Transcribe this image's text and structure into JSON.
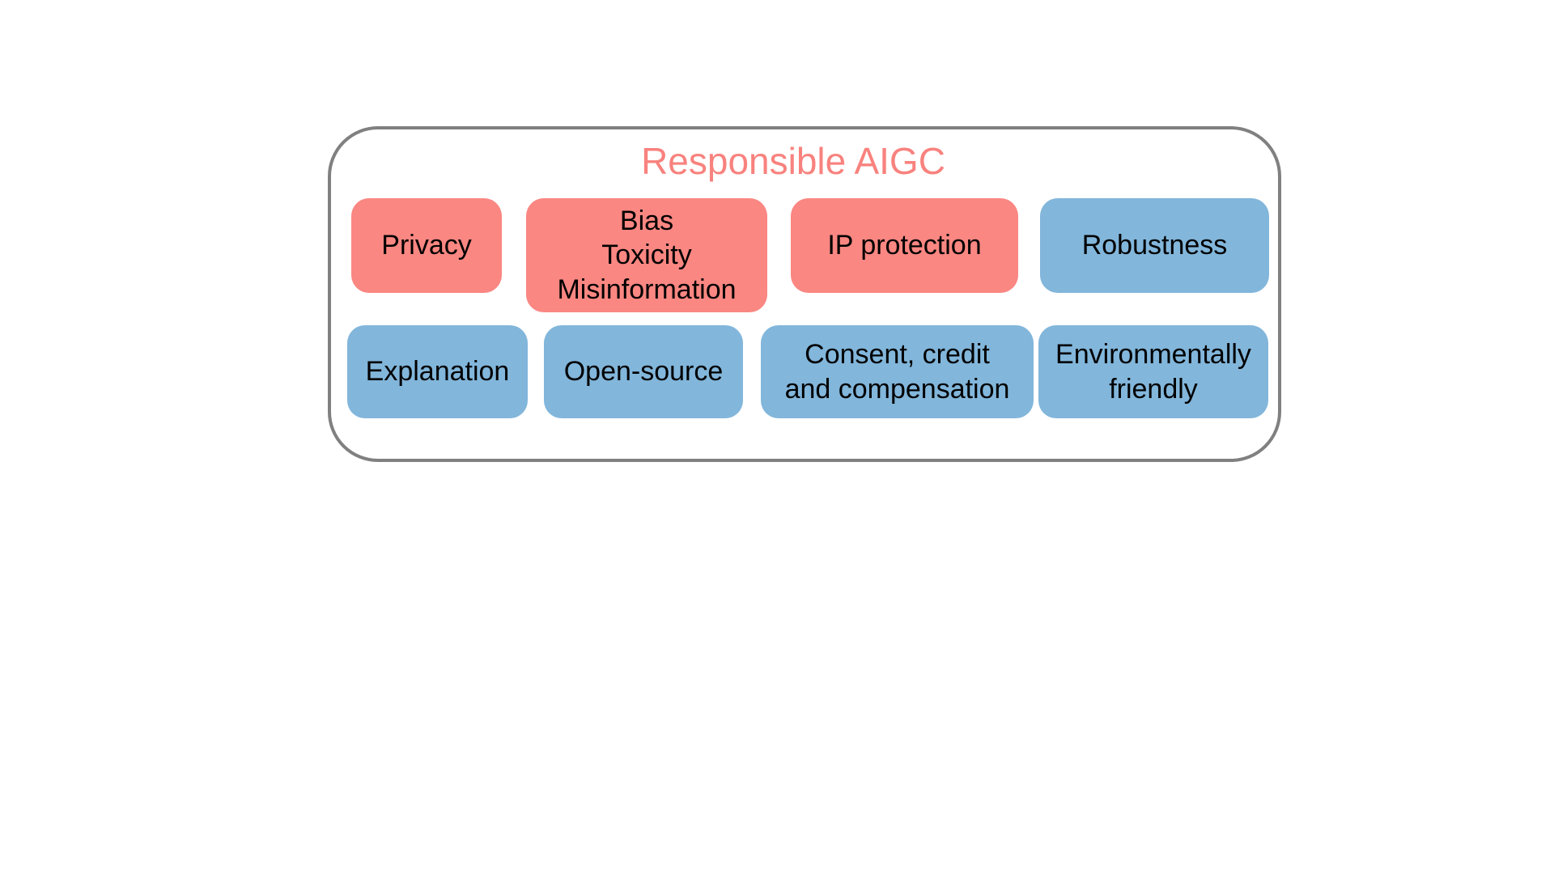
{
  "figure": {
    "title": "Responsible AIGC",
    "colors": {
      "background": "#FFFFFF",
      "frame_border": "#808080",
      "title_text": "#F8827E",
      "pink_box": "#FA8782",
      "blue_box": "#82B6DB",
      "label_text": "#000000"
    },
    "boxes": {
      "privacy": {
        "category": "pink",
        "line1": "Privacy"
      },
      "bias": {
        "category": "pink",
        "line1": "Bias",
        "line2": "Toxicity",
        "line3": "Misinformation"
      },
      "ip_protection": {
        "category": "pink",
        "line1": "IP protection"
      },
      "robustness": {
        "category": "blue",
        "line1": "Robustness"
      },
      "explanation": {
        "category": "blue",
        "line1": "Explanation"
      },
      "open_source": {
        "category": "blue",
        "line1": "Open-source"
      },
      "consent": {
        "category": "blue",
        "line1": "Consent, credit",
        "line2": "and compensation"
      },
      "environment": {
        "category": "blue",
        "line1": "Environmentally",
        "line2": "friendly"
      }
    }
  }
}
